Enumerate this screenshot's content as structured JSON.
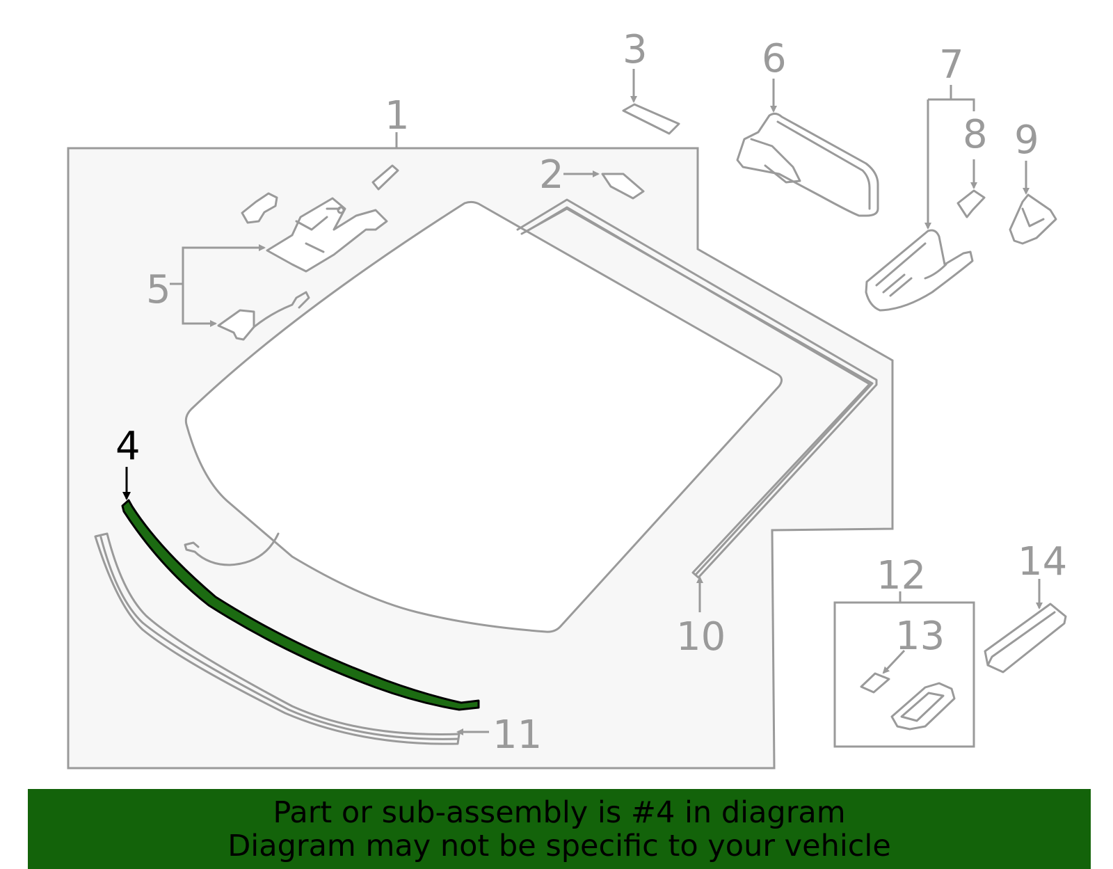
{
  "diagram": {
    "colors": {
      "line": "#9a9a9a",
      "panel": "#f7f7f7",
      "highlight_fill": "#1c6b12",
      "highlight_label": "#000000",
      "banner_bg": "#13630a"
    },
    "callouts": {
      "c1": "1",
      "c2": "2",
      "c3": "3",
      "c4": "4",
      "c5": "5",
      "c6": "6",
      "c7": "7",
      "c8": "8",
      "c9": "9",
      "c10": "10",
      "c11": "11",
      "c12": "12",
      "c13": "13",
      "c14": "14"
    },
    "highlighted_part": "4"
  },
  "banner": {
    "line1": "Part or sub-assembly is #4 in diagram",
    "line2": "Diagram may not be specific to your vehicle"
  }
}
